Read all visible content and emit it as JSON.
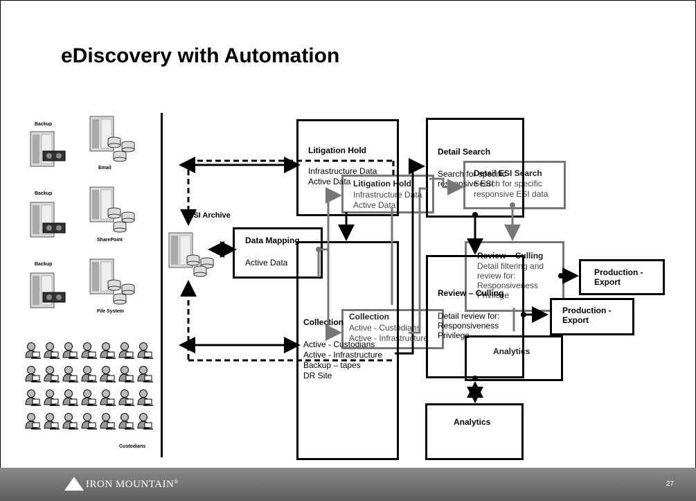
{
  "slide": {
    "title": "eDiscovery with Automation",
    "page_number": "27",
    "logo_text": "IRON MOUNTAIN",
    "logo_reg": "®"
  },
  "sources": {
    "backup_1": "Backup",
    "email": "Email",
    "backup_2": "Backup",
    "sharepoint": "SharePoint",
    "backup_3": "Backup",
    "file_system": "File System",
    "custodians": "Custodians"
  },
  "esi_archive": "ESI Archive",
  "boxes": {
    "litigation_hold": {
      "title": "Litigation Hold",
      "lines": [
        "Infrastructure Data",
        "Active Data"
      ]
    },
    "data_mapping": {
      "title": "Data Mapping",
      "lines": [
        "Active Data"
      ]
    },
    "collection": {
      "title": "Collection",
      "lines": [
        "Active - Custodians",
        "Active - Infrastructure",
        "Backup – tapes",
        "DR Site"
      ]
    },
    "detail_search": {
      "title": "Detail Search",
      "lines": [
        "Search for specific",
        "responsive ESI"
      ]
    },
    "review_culling": {
      "title": "Review – Culling",
      "lines": [
        "Detail review for:",
        "Responsiveness",
        "Privilege"
      ]
    },
    "analytics": {
      "title": "Analytics"
    },
    "production_export": {
      "title_lines": [
        "Production -",
        "Export"
      ]
    }
  },
  "ghosts": {
    "litigation_hold": {
      "title": "Litigation Hold",
      "lines": [
        "Infrastructure Data",
        "Active Data"
      ]
    },
    "collection": {
      "title": "Collection",
      "lines": [
        "Active - Custodians",
        "Active - Infrastructure"
      ]
    },
    "detail_esi_search": {
      "title": "Detail ESI Search",
      "lines": [
        "Search for specific",
        "responsive ESI data"
      ]
    },
    "review_culling": {
      "title": "Review – Culling",
      "lines": [
        "Detail filtering and",
        "review for:",
        "Responsiveness",
        "Privilege"
      ]
    },
    "analytics": {
      "title": "Analytics"
    },
    "production_export": {
      "title_lines": [
        "Production -",
        "Export"
      ]
    }
  }
}
